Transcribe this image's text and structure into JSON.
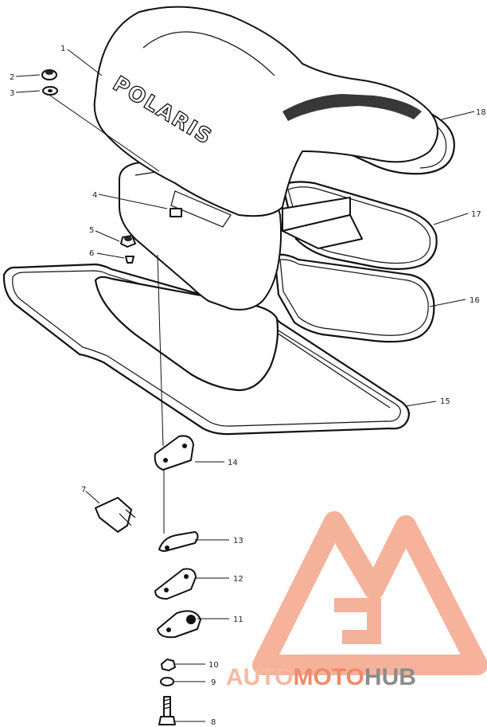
{
  "diagram": {
    "brand_text": "POLARIS",
    "callouts": [
      {
        "id": "c1",
        "text": "1"
      },
      {
        "id": "c2",
        "text": "2"
      },
      {
        "id": "c3",
        "text": "3"
      },
      {
        "id": "c4",
        "text": "4"
      },
      {
        "id": "c5",
        "text": "5"
      },
      {
        "id": "c6",
        "text": "6"
      },
      {
        "id": "c7",
        "text": "7"
      },
      {
        "id": "c8",
        "text": "8"
      },
      {
        "id": "c9",
        "text": "9"
      },
      {
        "id": "c10",
        "text": "10"
      },
      {
        "id": "c11",
        "text": "11"
      },
      {
        "id": "c12",
        "text": "12"
      },
      {
        "id": "c13",
        "text": "13"
      },
      {
        "id": "c14",
        "text": "14"
      },
      {
        "id": "c15",
        "text": "15"
      },
      {
        "id": "c16",
        "text": "16"
      },
      {
        "id": "c17",
        "text": "17"
      },
      {
        "id": "c18",
        "text": "18"
      }
    ]
  },
  "watermark": {
    "part1": "AUTO",
    "part2": "MOTO",
    "part3": "HUB",
    "color_light": "#f5b9a0",
    "color_mid": "#f08a6a",
    "color_dark": "#8c8c8c"
  }
}
